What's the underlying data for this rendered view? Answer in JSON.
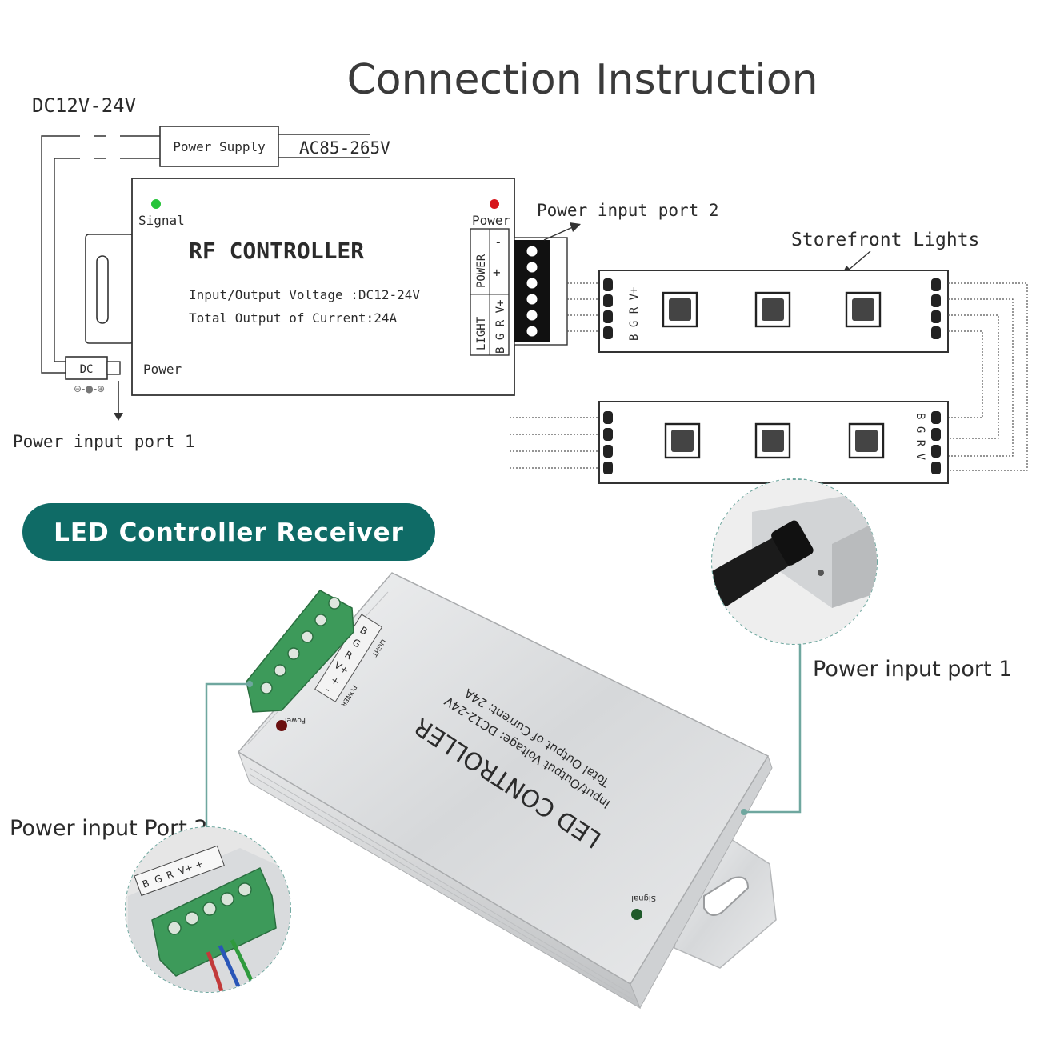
{
  "title": "Connection Instruction",
  "top_diagram": {
    "dc_voltage": "DC12V-24V",
    "power_supply": "Power Supply",
    "ac_voltage": "AC85-265V",
    "controller": {
      "signal_label": "Signal",
      "power_led_label": "Power",
      "name": "RF CONTROLLER",
      "spec_voltage": "Input/Output Voltage :DC12-24V",
      "spec_current": "Total Output of Current:24A",
      "power_label": "Power",
      "dc_jack": "DC"
    },
    "terminal": {
      "power_group": "POWER",
      "minus": "-",
      "plus": "+",
      "light_group": "LIGHT",
      "pins": "B G R V+"
    },
    "port2_label": "Power input port 2",
    "port1_label": "Power input port 1",
    "lights_label": "Storefront Lights",
    "strip_pins": "B G R V+",
    "strip2_pins": "B G R V"
  },
  "badge": "LED Controller Receiver",
  "photo": {
    "device_name": "LED CONTROLLER",
    "spec_voltage": "Input/Output Voltage: DC12-24V",
    "spec_current": "Total Output of Current: 24A",
    "light_group": "LIGHT",
    "power_group": "POWER",
    "pin_b": "B",
    "pin_g": "G",
    "pin_r": "R",
    "pin_v": "V+",
    "minus": "-",
    "plus": "+",
    "power_led": "Power",
    "signal_led": "Signal",
    "port1_callout": "Power input port 1",
    "port2_callout": "Power input Port 2"
  },
  "colors": {
    "teal": "#0f6b66",
    "callout_line": "#6fa79f",
    "terminal_green": "#3d9a5a",
    "signal_green": "#27c43a",
    "power_red": "#d7151b",
    "aluminium": "#d9dadc"
  }
}
